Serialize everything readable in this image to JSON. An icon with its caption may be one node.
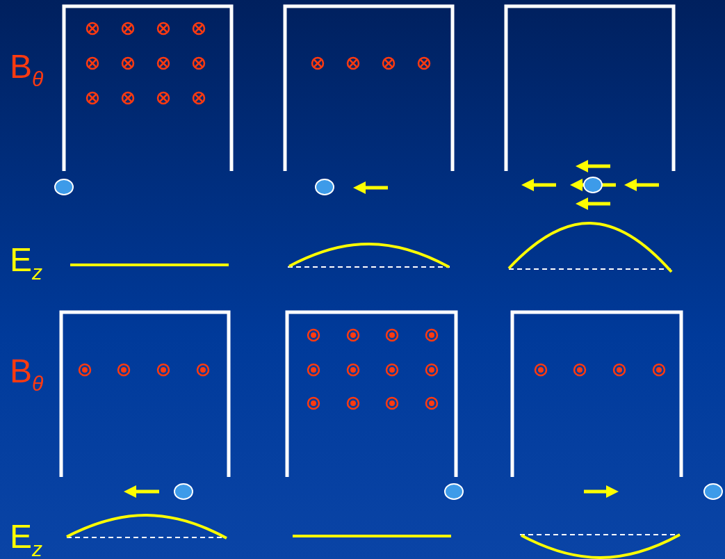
{
  "diagram": {
    "labels": [
      "B$_{θ}$",
      "E$_{z}$",
      "B$_{θ}$",
      "E$_{z}$"
    ]
  }
}
